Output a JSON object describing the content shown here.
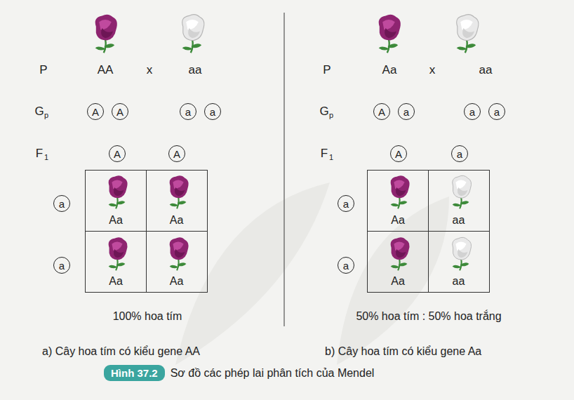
{
  "diagram": {
    "caption": "Sơ đồ các phép lai phân tích của Mendel",
    "nodes": [
      {
        "text": [
          "A"
        ]
      },
      {
        "text": [
          "A"
        ]
      },
      {
        "text": [
          "a"
        ]
      },
      {
        "text": [
          "a"
        ]
      },
      {
        "text": [
          "A"
        ]
      },
      {
        "text": [
          "A"
        ]
      },
      {
        "text": [
          "a"
        ]
      },
      {
        "text": [
          "a"
        ]
      },
      {
        "text": [
          "Aa"
        ]
      },
      {
        "text": [
          "Aa"
        ]
      },
      {
        "text": [
          "Aa"
        ]
      },
      {
        "text": [
          "Aa"
        ]
      },
      {
        "text": [
          "A"
        ]
      },
      {
        "text": [
          "a"
        ]
      },
      {
        "text": [
          "a"
        ]
      },
      {
        "text": [
          "a"
        ]
      },
      {
        "text": [
          "A"
        ]
      },
      {
        "text": [
          "a"
        ]
      },
      {
        "text": [
          "a"
        ]
      },
      {
        "text": [
          "a"
        ]
      },
      {
        "text": [
          "Aa"
        ]
      },
      {
        "text": [
          "aa"
        ]
      },
      {
        "text": [
          "Aa"
        ]
      },
      {
        "text": [
          "aa"
        ]
      },
      {
        "text": [
          "Hình 37.2"
        ]
      }
    ],
    "labels": [
      "P",
      "AA",
      "x",
      "aa",
      "G",
      "p",
      "F",
      "1",
      "100% hoa tím",
      "a) Cây hoa tím có kiểu gene AA",
      "P",
      "Aa",
      "x",
      "aa",
      "G",
      "p",
      "F",
      "1",
      "50% hoa tím : 50% hoa trắng",
      "b) Cây hoa tím có kiểu gene Aa"
    ]
  }
}
